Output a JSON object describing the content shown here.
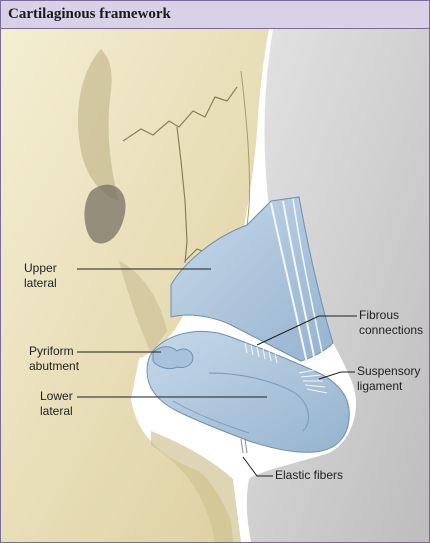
{
  "title": "Cartilaginous framework",
  "labels": {
    "upper_lateral": [
      "Upper",
      "lateral"
    ],
    "pyriform_abutment": [
      "Pyriform",
      "abutment"
    ],
    "lower_lateral": [
      "Lower",
      "lateral"
    ],
    "fibrous_connections": [
      "Fibrous",
      "connections"
    ],
    "suspensory_ligament": [
      "Suspensory",
      "ligament"
    ],
    "elastic_fibers": "Elastic fibers"
  },
  "colors": {
    "header_bg": "#d8d1e8",
    "border": "#7a6a98",
    "bone": "#efe7c6",
    "bone_shadow": "#c9bd92",
    "cartilage": "#b7cde1",
    "cartilage_dark": "#8eaecb",
    "skin": "#d3d3d3",
    "leader_line": "#1f1f1f"
  }
}
